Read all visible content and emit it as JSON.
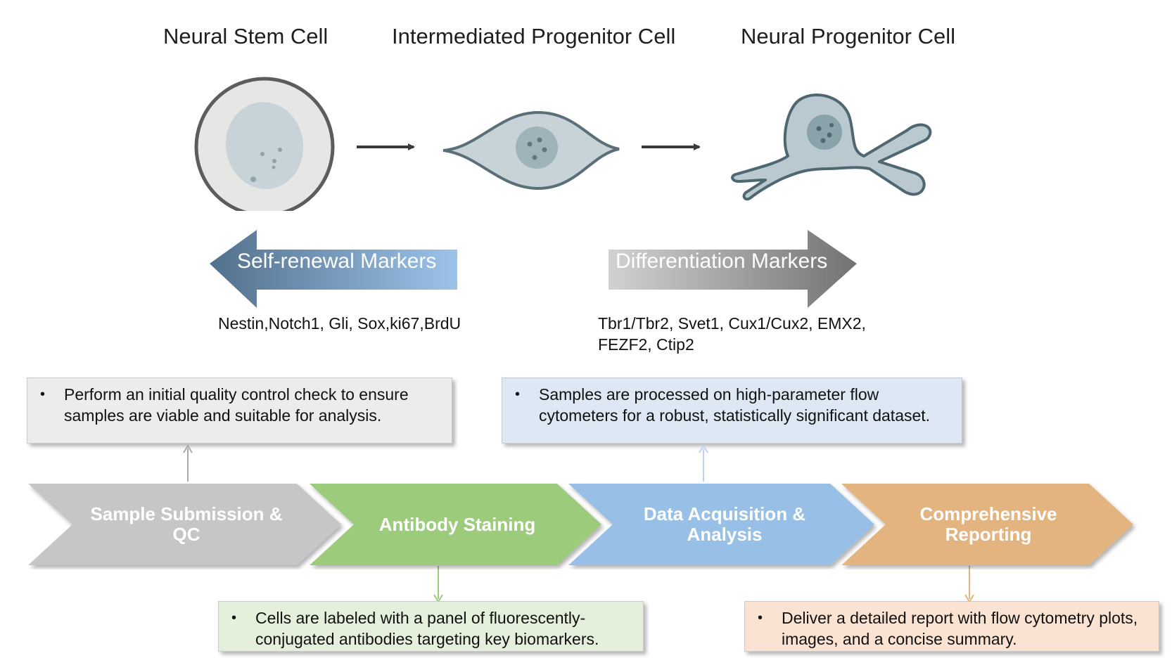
{
  "cells": {
    "stem": "Neural Stem Cell",
    "intermediate": "Intermediated Progenitor Cell",
    "progenitor": "Neural Progenitor Cell"
  },
  "markers": {
    "self_renewal": {
      "label": "Self-renewal Markers",
      "list": "Nestin,Notch1, Gli, Sox,ki67,BrdU"
    },
    "differentiation": {
      "label": "Differentiation Markers",
      "list_line1": "Tbr1/Tbr2, Svet1, Cux1/Cux2, EMX2,",
      "list_line2": "FEZF2, Ctip2"
    }
  },
  "workflow": {
    "steps": [
      {
        "line1": "Sample Submission &",
        "line2": "QC",
        "color": "#c6c6c6"
      },
      {
        "line1": "Antibody Staining",
        "line2": "",
        "color": "#9ccb7c"
      },
      {
        "line1": "Data Acquisition &",
        "line2": "Analysis",
        "color": "#98bfe6"
      },
      {
        "line1": "Comprehensive",
        "line2": "Reporting",
        "color": "#e3b47f"
      }
    ],
    "notes": {
      "qc": "Perform an initial quality control check to ensure samples are viable and suitable for analysis.",
      "staining": "Cells are labeled with a panel of fluorescently-conjugated antibodies targeting key biomarkers.",
      "acquisition": "Samples are processed on high-parameter flow cytometers for a robust, statistically significant dataset.",
      "reporting": "Deliver a detailed report with flow cytometry plots, images, and a concise summary."
    },
    "bullet": "•"
  }
}
